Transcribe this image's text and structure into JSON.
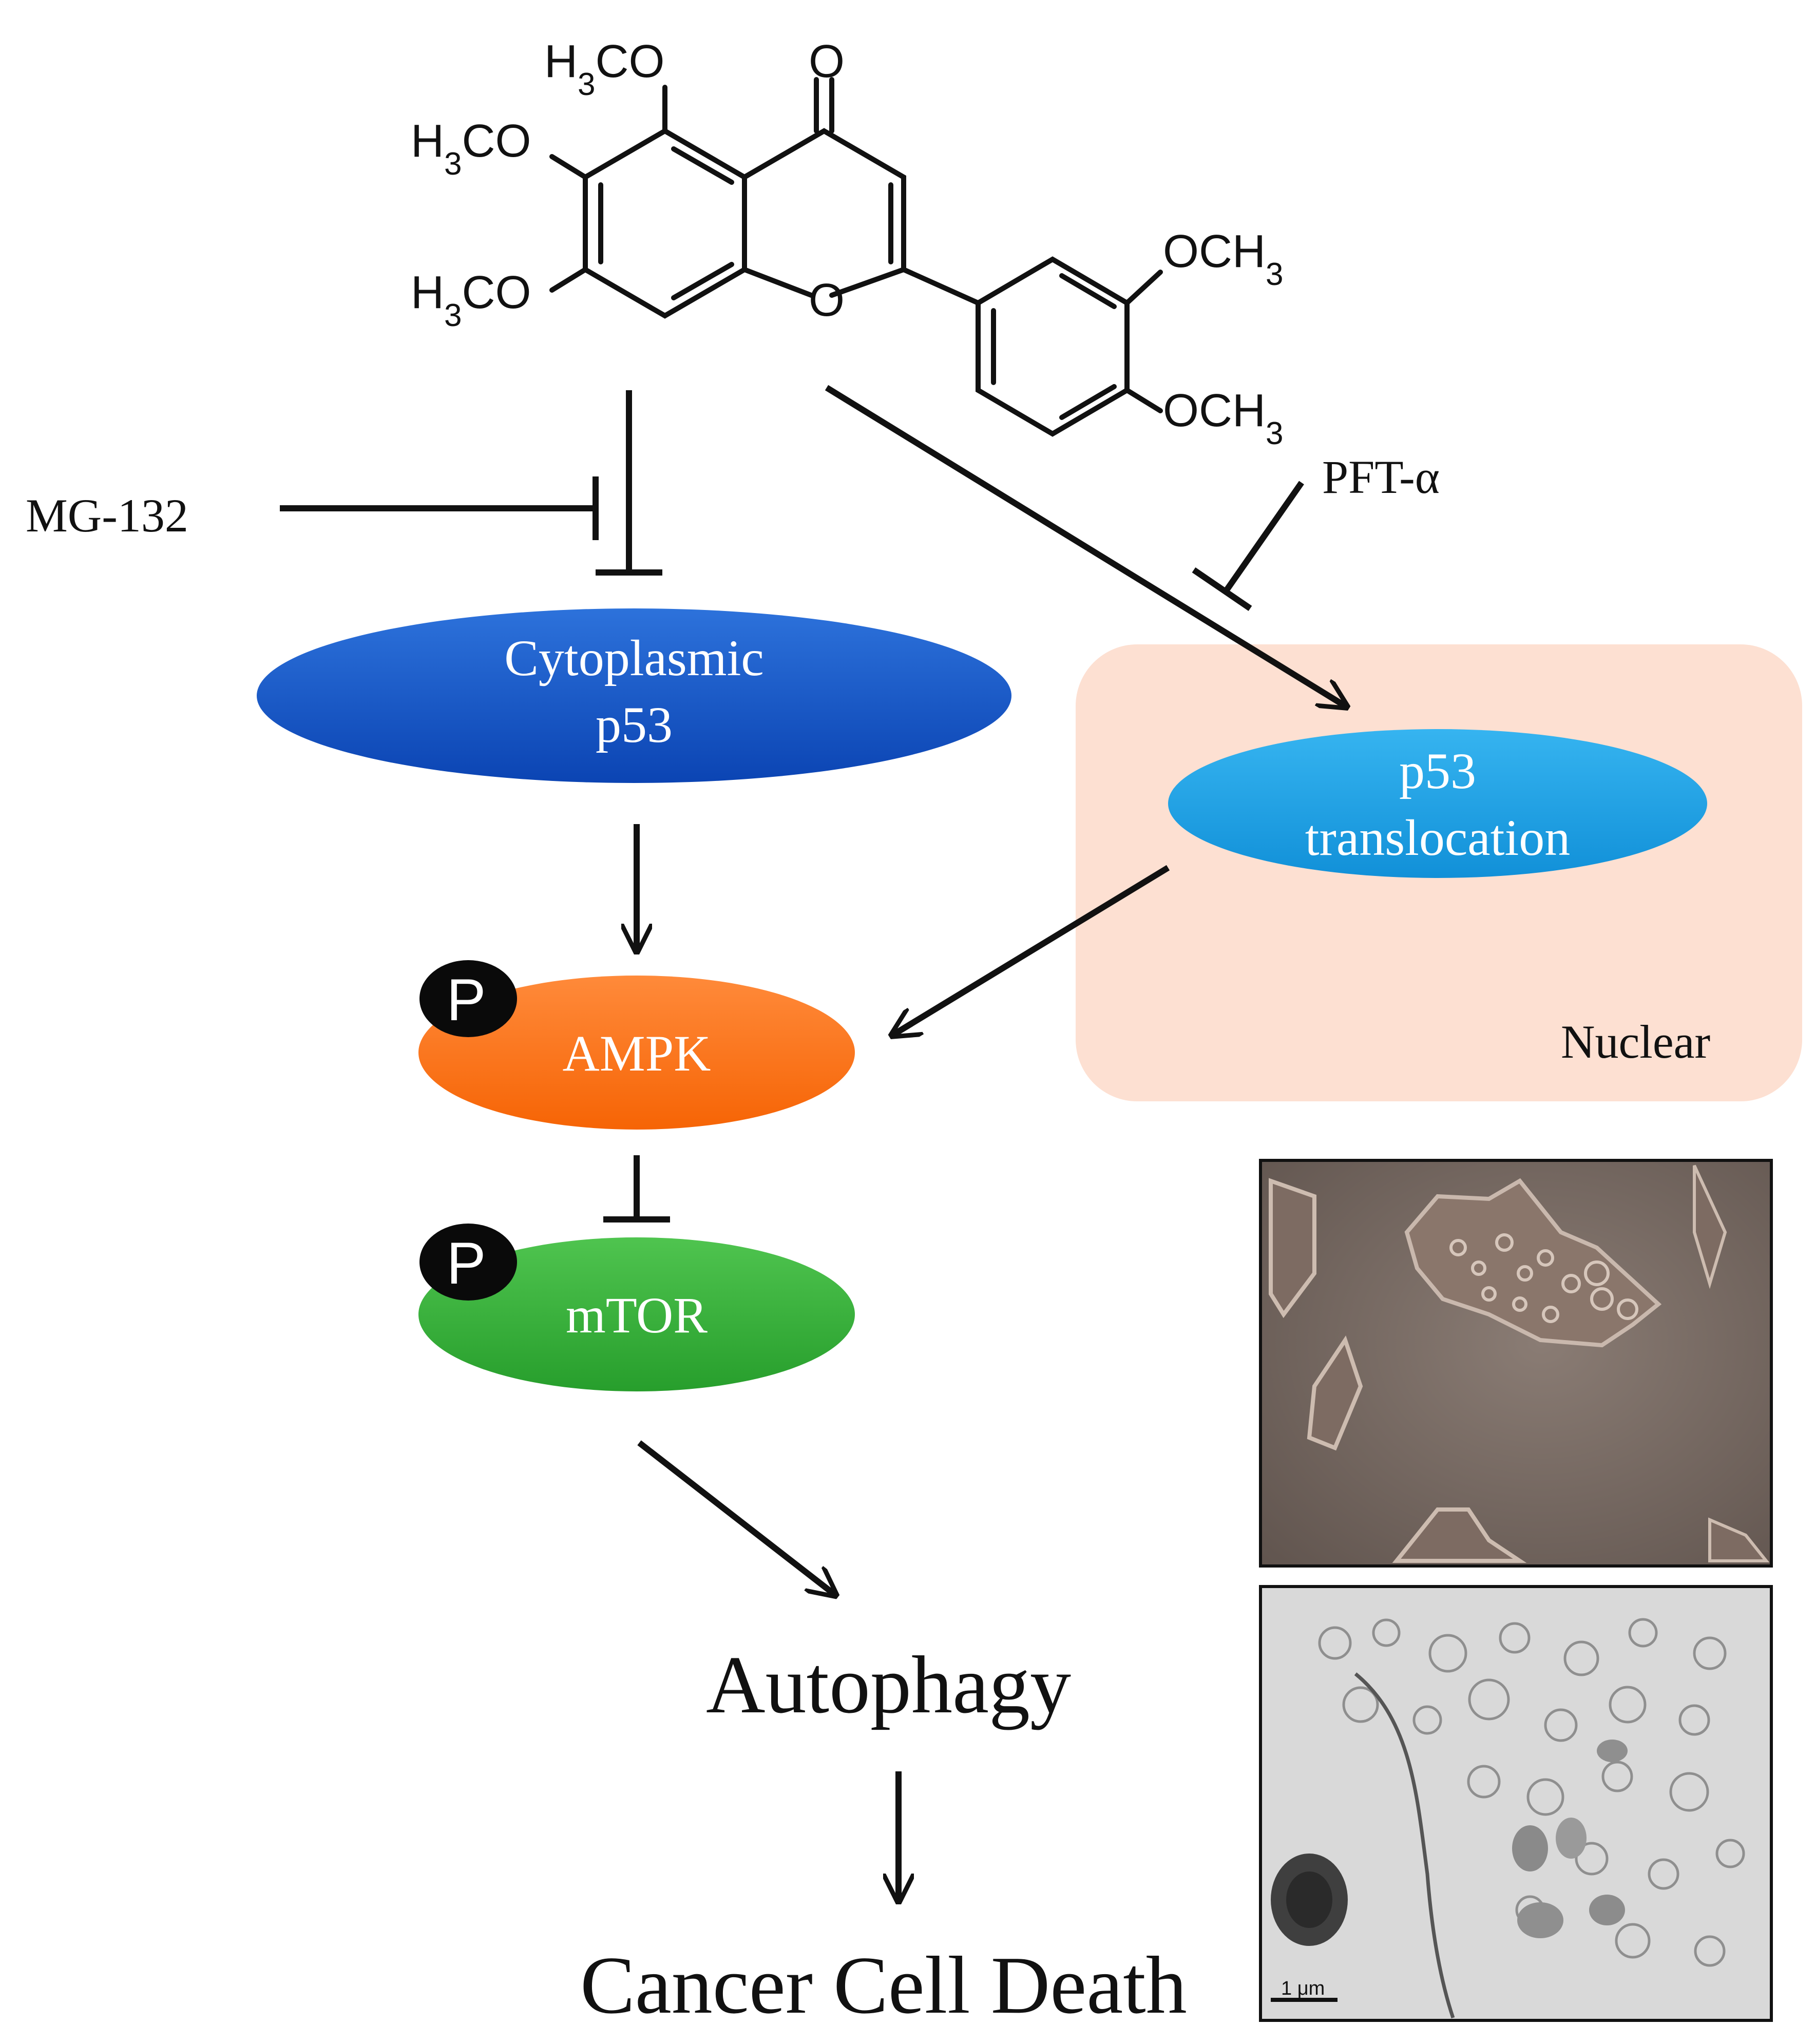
{
  "molecule": {
    "substituent_5": "H3CO",
    "substituent_6": "H3CO",
    "substituent_7": "H3CO",
    "carbonyl": "O",
    "ring_oxygen": "O",
    "substituent_3p": "OCH3",
    "substituent_4p": "OCH3"
  },
  "inhibitors": {
    "mg132": "MG-132",
    "pft": "PFT-α"
  },
  "nodes": {
    "cyto_line1": "Cytoplasmic",
    "cyto_line2": "p53",
    "trans_line1": "p53",
    "trans_line2": "translocation",
    "nuclear": "Nuclear",
    "ampk": "AMPK",
    "mtor": "mTOR",
    "phospho": "P",
    "autophagy": "Autophagy",
    "death": "Cancer Cell Death"
  },
  "micrographs": {
    "scale_bar": "1 μm"
  },
  "colors": {
    "cyto": "#1457c8",
    "trans": "#1ea4e6",
    "ampk": "#ff7417",
    "mtor": "#37b23b",
    "nuclear_box": "#fde0d2",
    "line": "#111111"
  }
}
